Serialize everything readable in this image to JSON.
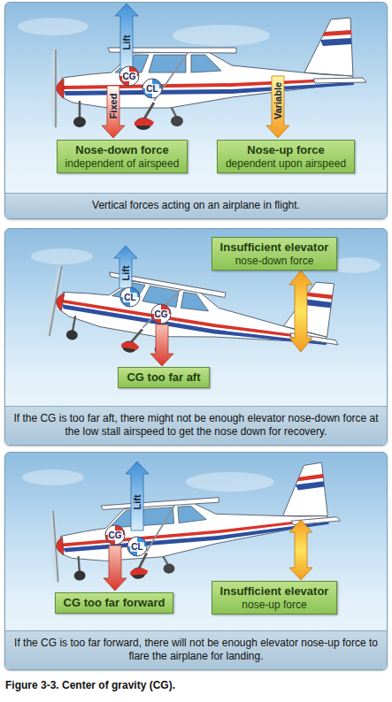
{
  "diagram": {
    "caption": "Figure 3-3. Center of gravity (CG).",
    "nodes": [
      {
        "text": [
          "Vertical forces acting on an airplane in flight."
        ]
      },
      {
        "text": [
          "CG"
        ],
        "in": 0
      },
      {
        "text": [
          "CL"
        ],
        "in": 0
      },
      {
        "text": [
          "Nose-down force",
          "independent of airspeed"
        ],
        "in": 0
      },
      {
        "text": [
          "Nose-up force",
          "dependent upon airspeed"
        ],
        "in": 0
      },
      {
        "text": [
          "If the CG is too far aft, there might not be enough elevator nose-down force at the low stall airspeed to get the nose down for recovery."
        ]
      },
      {
        "text": [
          "Insufficient elevator",
          "nose-down force"
        ],
        "in": 5
      },
      {
        "text": [
          "CL"
        ],
        "in": 5
      },
      {
        "text": [
          "CG"
        ],
        "in": 5
      },
      {
        "text": [
          "CG too far aft"
        ],
        "in": 5
      },
      {
        "text": [
          "If the CG is too far forward, there will not be enough elevator nose-up force to flare the airplane for landing."
        ]
      },
      {
        "text": [
          "CG"
        ],
        "in": 10
      },
      {
        "text": [
          "CL"
        ],
        "in": 10
      },
      {
        "text": [
          "CG too far forward"
        ],
        "in": 10
      },
      {
        "text": [
          "Insufficient elevator",
          "nose-up force"
        ],
        "in": 10
      }
    ],
    "labels": [
      "Lift",
      "Fixed",
      "Variable",
      "Lift",
      "Lift"
    ]
  }
}
